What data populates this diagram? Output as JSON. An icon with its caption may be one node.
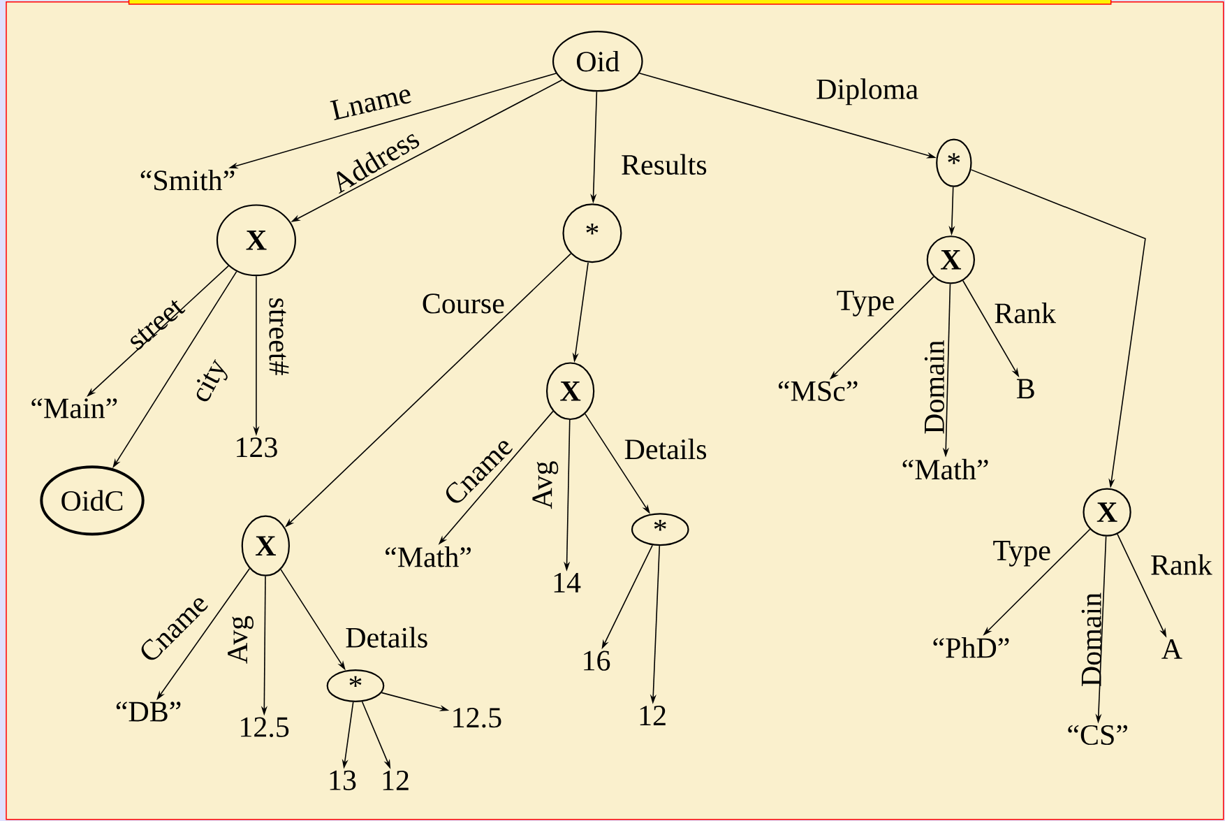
{
  "diagram": {
    "nodes": [
      {
        "text": [
          "Oid"
        ]
      },
      {
        "text": [
          "“Smith”"
        ]
      },
      {
        "text": [
          "X"
        ]
      },
      {
        "text": [
          "*"
        ]
      },
      {
        "text": [
          "*"
        ]
      },
      {
        "text": [
          "“Main”"
        ]
      },
      {
        "text": [
          "OidC"
        ]
      },
      {
        "text": [
          "123"
        ]
      },
      {
        "text": [
          "X"
        ]
      },
      {
        "text": [
          "X"
        ]
      },
      {
        "text": [
          "X"
        ]
      },
      {
        "text": [
          "X"
        ]
      },
      {
        "text": [
          "“DB”"
        ]
      },
      {
        "text": [
          "12.5"
        ]
      },
      {
        "text": [
          "*"
        ]
      },
      {
        "text": [
          "13"
        ]
      },
      {
        "text": [
          "12"
        ]
      },
      {
        "text": [
          "12.5"
        ]
      },
      {
        "text": [
          "“Math”"
        ]
      },
      {
        "text": [
          "14"
        ]
      },
      {
        "text": [
          "*"
        ]
      },
      {
        "text": [
          "16"
        ]
      },
      {
        "text": [
          "12"
        ]
      },
      {
        "text": [
          "“MSc”"
        ]
      },
      {
        "text": [
          "“Math”"
        ]
      },
      {
        "text": [
          "B"
        ]
      },
      {
        "text": [
          "“PhD”"
        ]
      },
      {
        "text": [
          "“CS”"
        ]
      },
      {
        "text": [
          "A"
        ]
      }
    ],
    "edges": [
      {
        "from": 0,
        "to": 1,
        "arrow": "to",
        "label": "Lname"
      },
      {
        "from": 0,
        "to": 2,
        "arrow": "to",
        "label": "Address"
      },
      {
        "from": 0,
        "to": 3,
        "arrow": "to",
        "label": "Results"
      },
      {
        "from": 0,
        "to": 4,
        "arrow": "to",
        "label": "Diploma"
      },
      {
        "from": 2,
        "to": 5,
        "arrow": "to",
        "label": "street"
      },
      {
        "from": 2,
        "to": 6,
        "arrow": "to",
        "label": "city"
      },
      {
        "from": 2,
        "to": 7,
        "arrow": "to",
        "label": "street#"
      },
      {
        "from": 3,
        "to": 8,
        "arrow": "to",
        "label": "Course"
      },
      {
        "from": 3,
        "to": 9,
        "arrow": "to"
      },
      {
        "from": 4,
        "to": 10,
        "arrow": "to"
      },
      {
        "from": 4,
        "to": 11,
        "arrow": "to"
      },
      {
        "from": 8,
        "to": 12,
        "arrow": "to",
        "label": "Cname"
      },
      {
        "from": 8,
        "to": 13,
        "arrow": "to",
        "label": "Avg"
      },
      {
        "from": 8,
        "to": 14,
        "arrow": "to",
        "label": "Details"
      },
      {
        "from": 14,
        "to": 15,
        "arrow": "to"
      },
      {
        "from": 14,
        "to": 16,
        "arrow": "to"
      },
      {
        "from": 14,
        "to": 17,
        "arrow": "to"
      },
      {
        "from": 9,
        "to": 18,
        "arrow": "to",
        "label": "Cname"
      },
      {
        "from": 9,
        "to": 19,
        "arrow": "to",
        "label": "Avg"
      },
      {
        "from": 9,
        "to": 20,
        "arrow": "to",
        "label": "Details"
      },
      {
        "from": 20,
        "to": 21,
        "arrow": "to"
      },
      {
        "from": 20,
        "to": 22,
        "arrow": "to"
      },
      {
        "from": 10,
        "to": 23,
        "arrow": "to",
        "label": "Type"
      },
      {
        "from": 10,
        "to": 24,
        "arrow": "to",
        "label": "Domain"
      },
      {
        "from": 10,
        "to": 25,
        "arrow": "to",
        "label": "Rank"
      },
      {
        "from": 11,
        "to": 26,
        "arrow": "to",
        "label": "Type"
      },
      {
        "from": 11,
        "to": 27,
        "arrow": "to",
        "label": "Domain"
      },
      {
        "from": 11,
        "to": 28,
        "arrow": "to",
        "label": "Rank"
      }
    ]
  }
}
